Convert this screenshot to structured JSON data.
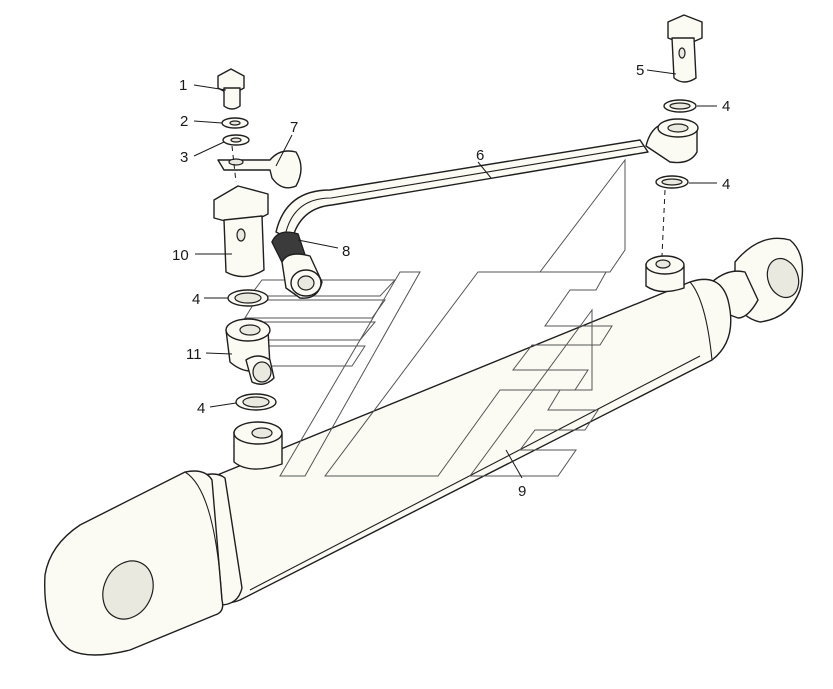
{
  "diagram": {
    "callouts": [
      {
        "id": "c1",
        "label": "1"
      },
      {
        "id": "c2",
        "label": "2"
      },
      {
        "id": "c3",
        "label": "3"
      },
      {
        "id": "c7",
        "label": "7"
      },
      {
        "id": "c10",
        "label": "10"
      },
      {
        "id": "c4a",
        "label": "4"
      },
      {
        "id": "c11",
        "label": "11"
      },
      {
        "id": "c4b",
        "label": "4"
      },
      {
        "id": "c6",
        "label": "6"
      },
      {
        "id": "c8",
        "label": "8"
      },
      {
        "id": "c5",
        "label": "5"
      },
      {
        "id": "c4c",
        "label": "4"
      },
      {
        "id": "c4d",
        "label": "4"
      },
      {
        "id": "c9",
        "label": "9"
      }
    ],
    "colors": {
      "background": "#ffffff",
      "part_fill": "#fbfbf3",
      "outline": "#1f1f1f",
      "watermark": "#555555"
    }
  }
}
